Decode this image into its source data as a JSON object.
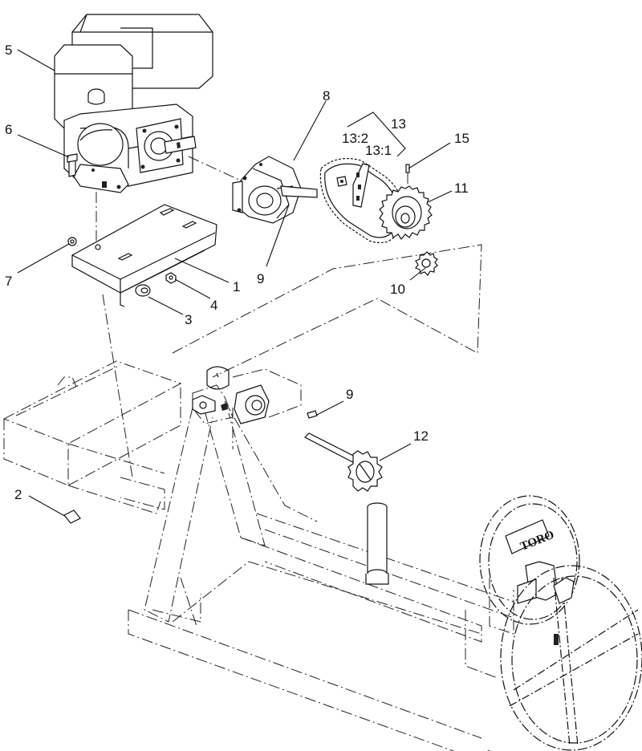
{
  "callouts": {
    "c1": "1",
    "c2": "2",
    "c3": "3",
    "c4": "4",
    "c5": "5",
    "c6": "6",
    "c7": "7",
    "c8": "8",
    "c9a": "9",
    "c9b": "9",
    "c10": "10",
    "c11": "11",
    "c12": "12",
    "c13": "13",
    "c13_1": "13:1",
    "c13_2": "13:2",
    "c15": "15"
  },
  "brand_text": "TORO"
}
